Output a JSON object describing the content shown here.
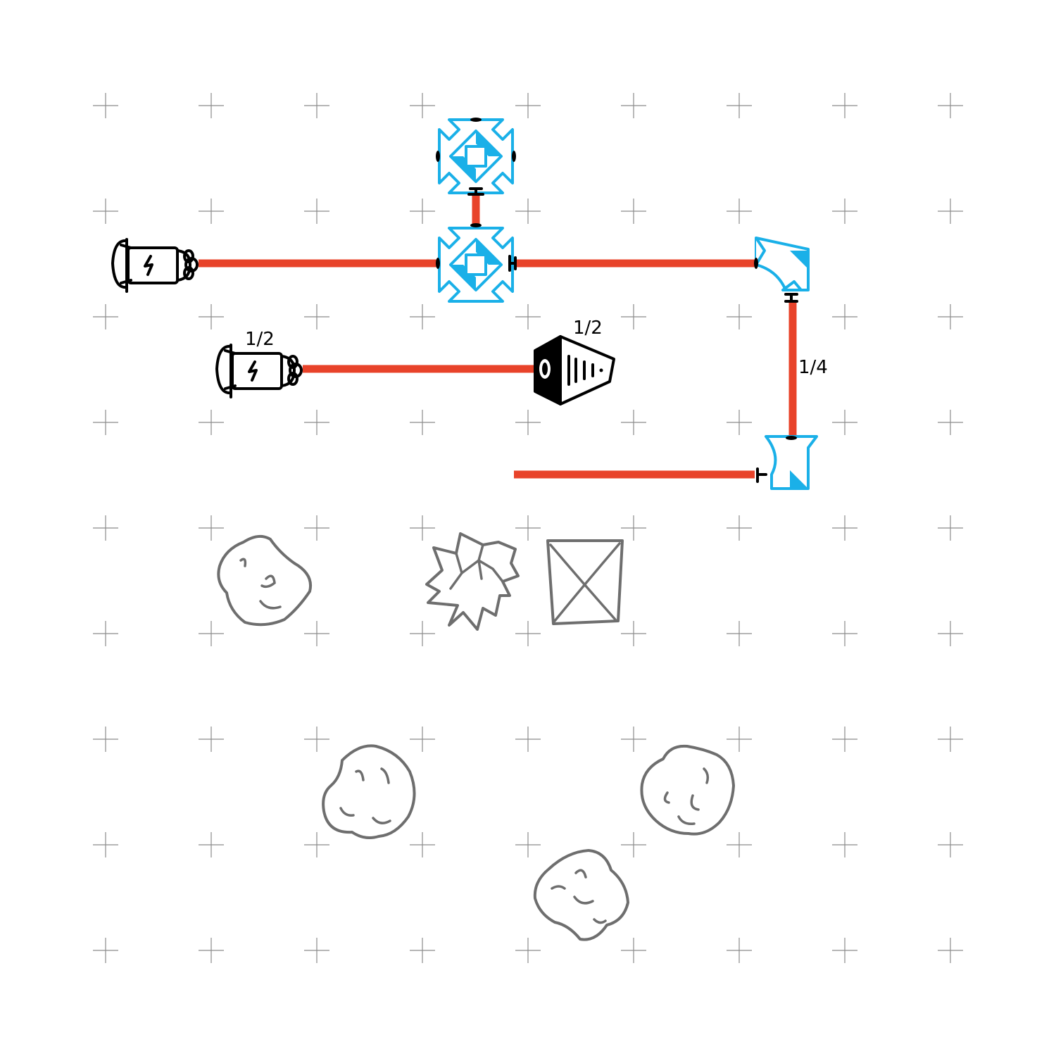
{
  "board": {
    "background": "#ffffff",
    "beam_color": "#e8432a",
    "mirror_color": "#1ab0e8",
    "obstacle_color": "#6e6e6e"
  },
  "labels": {
    "laser_2_power": "1/2",
    "target_requirement": "1/2",
    "beam_power_right": "1/4"
  },
  "pieces": [
    {
      "name": "laser-emitter",
      "icon": "laser-icon"
    },
    {
      "name": "laser-emitter-half",
      "icon": "laser-icon"
    },
    {
      "name": "beam-splitter",
      "icon": "splitter-icon"
    },
    {
      "name": "beam-splitter",
      "icon": "splitter-icon"
    },
    {
      "name": "mirror",
      "icon": "mirror-icon"
    },
    {
      "name": "mirror",
      "icon": "mirror-icon"
    },
    {
      "name": "target-receiver",
      "icon": "target-icon"
    },
    {
      "name": "asteroid",
      "icon": "rock-icon"
    },
    {
      "name": "asteroid",
      "icon": "rock-icon"
    },
    {
      "name": "asteroid",
      "icon": "rock-icon"
    },
    {
      "name": "asteroid",
      "icon": "rock-icon"
    },
    {
      "name": "crystal-shard",
      "icon": "crystal-icon"
    },
    {
      "name": "blocked-tile",
      "icon": "x-box-icon"
    }
  ]
}
